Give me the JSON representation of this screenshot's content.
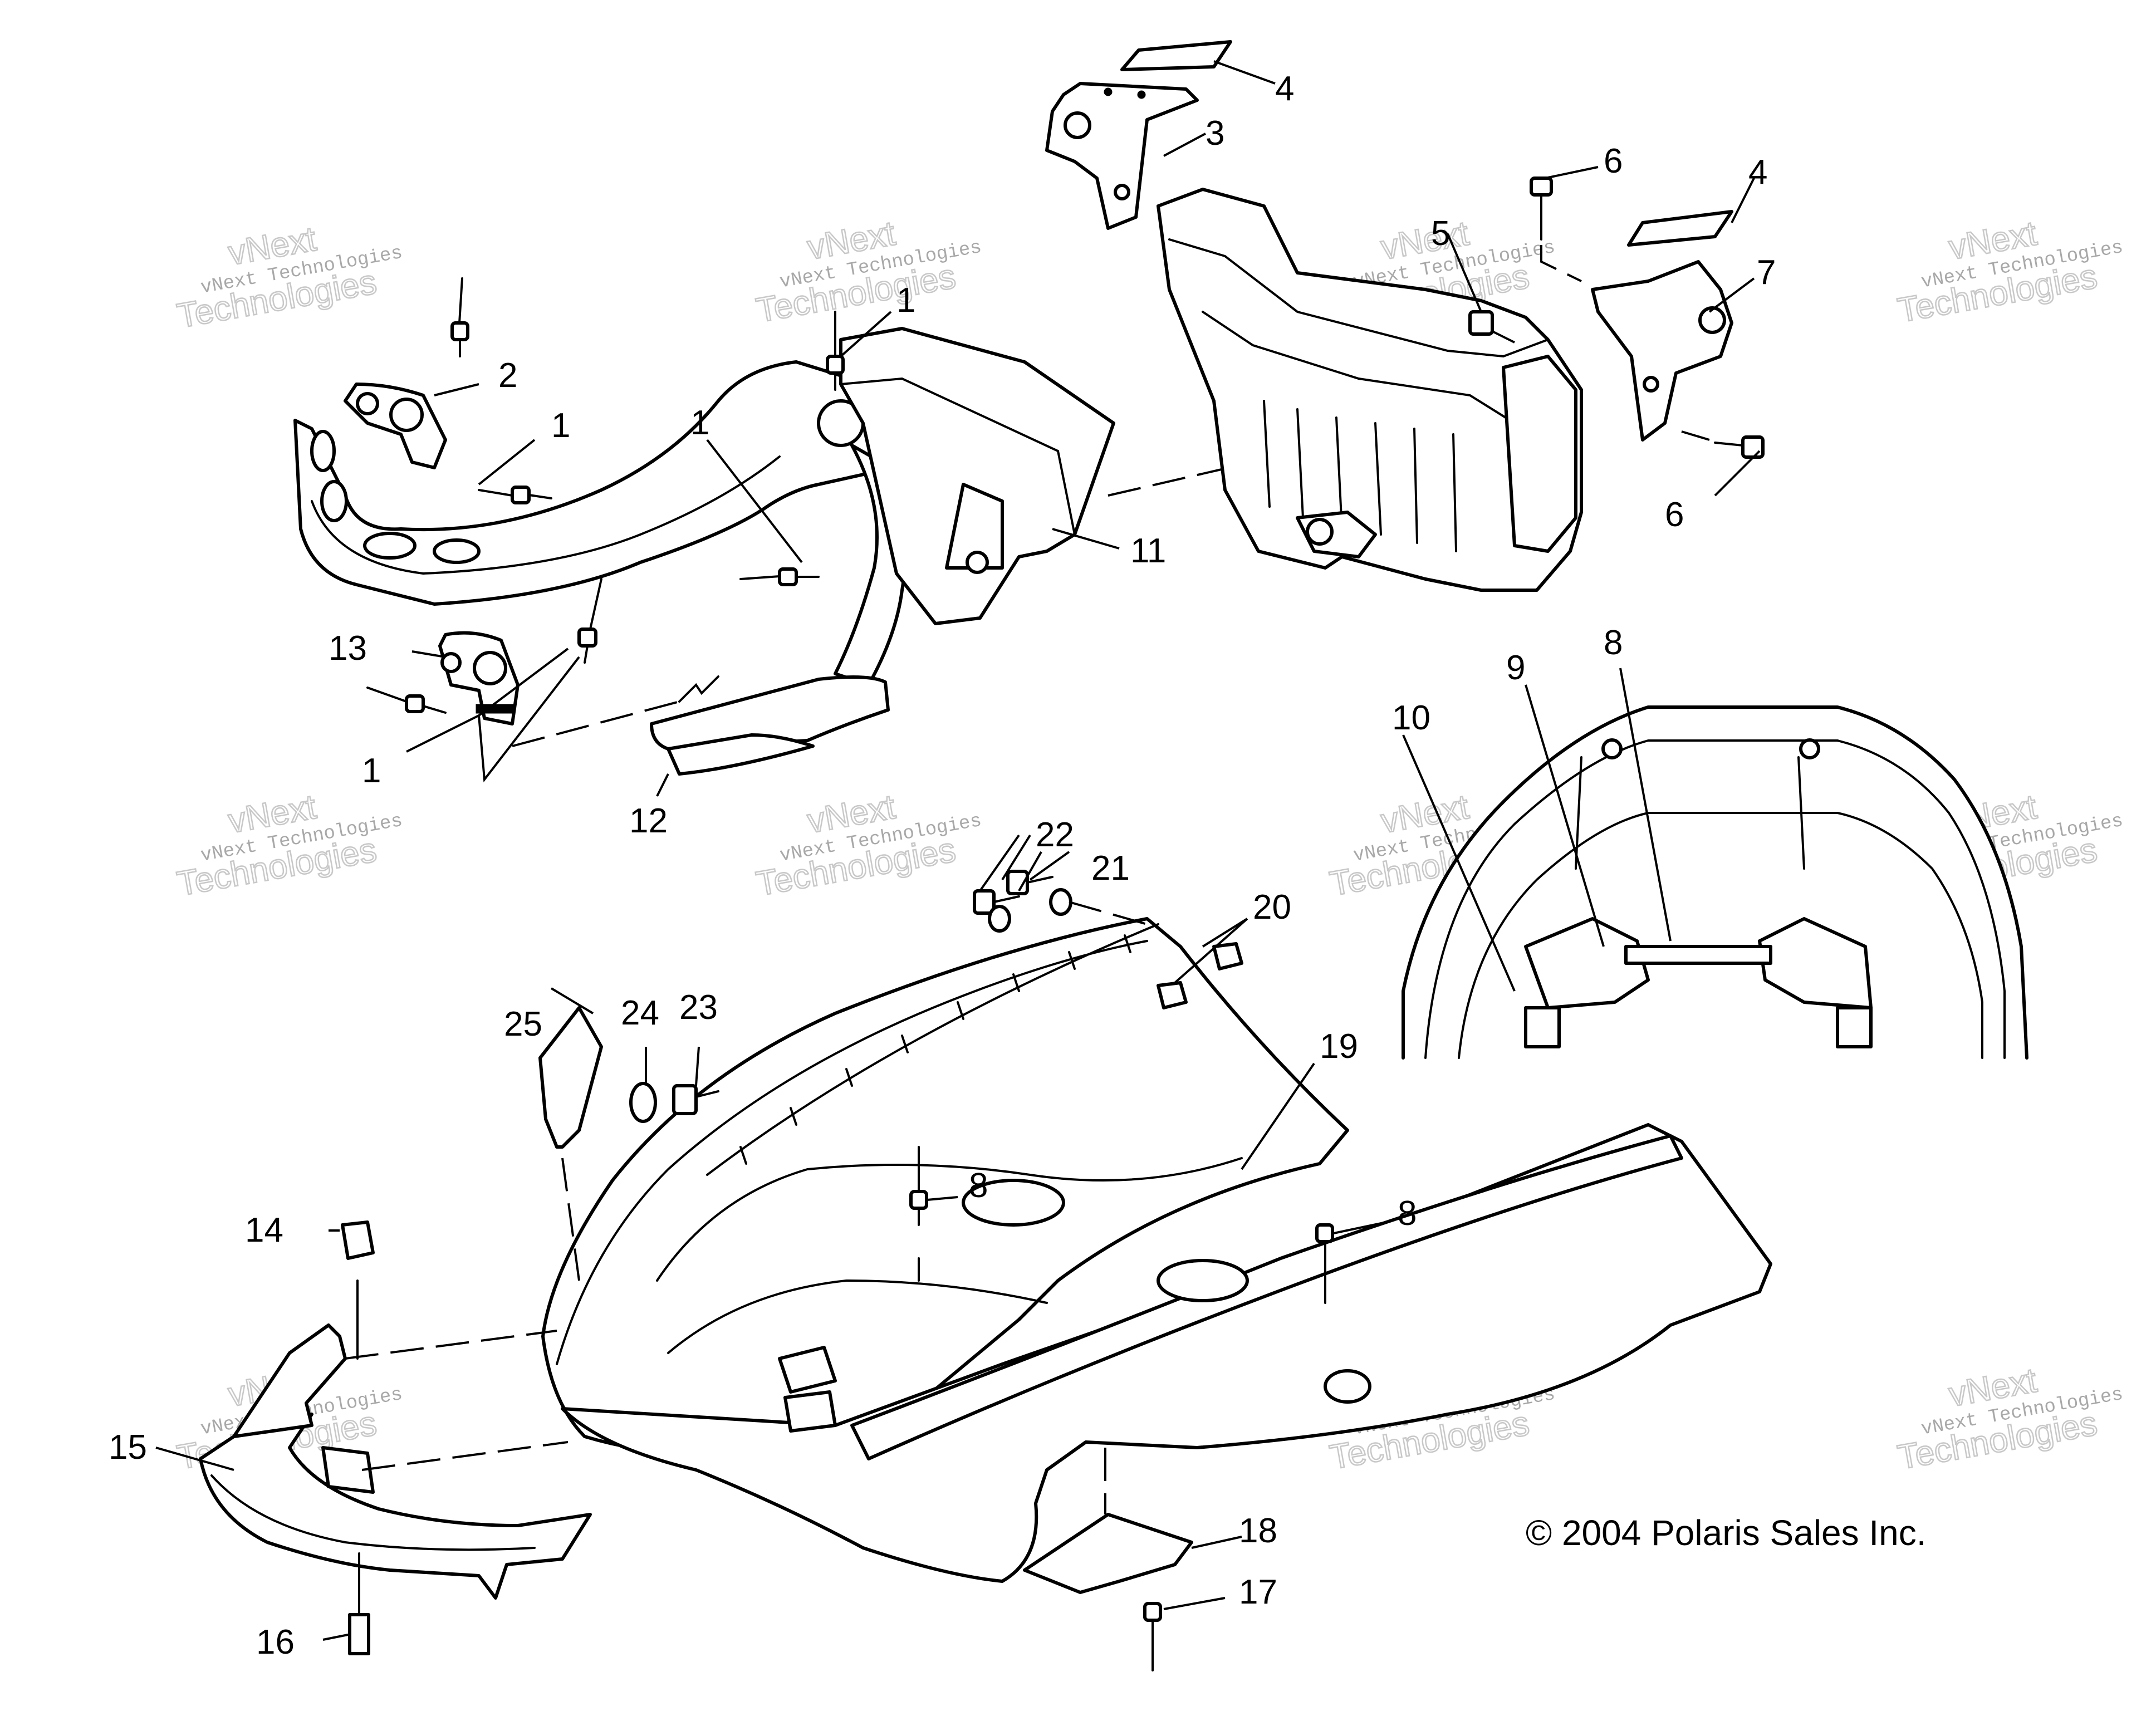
{
  "diagram": {
    "copyright": "© 2004 Polaris Sales Inc.",
    "watermark": {
      "line1": "vNext",
      "line2": "vNext Technologies",
      "line3": "Technologies"
    },
    "callouts": {
      "c1a": "1",
      "c1b": "1",
      "c1c": "1",
      "c1d": "1",
      "c2": "2",
      "c3": "3",
      "c4a": "4",
      "c4b": "4",
      "c5": "5",
      "c6a": "6",
      "c6b": "6",
      "c7": "7",
      "c8a": "8",
      "c8b": "8",
      "c8c": "8",
      "c9": "9",
      "c10": "10",
      "c11": "11",
      "c12": "12",
      "c13": "13",
      "c14": "14",
      "c15": "15",
      "c16": "16",
      "c17": "17",
      "c18": "18",
      "c19": "19",
      "c20": "20",
      "c21": "21",
      "c22": "22",
      "c23": "23",
      "c24": "24",
      "c25": "25"
    }
  }
}
